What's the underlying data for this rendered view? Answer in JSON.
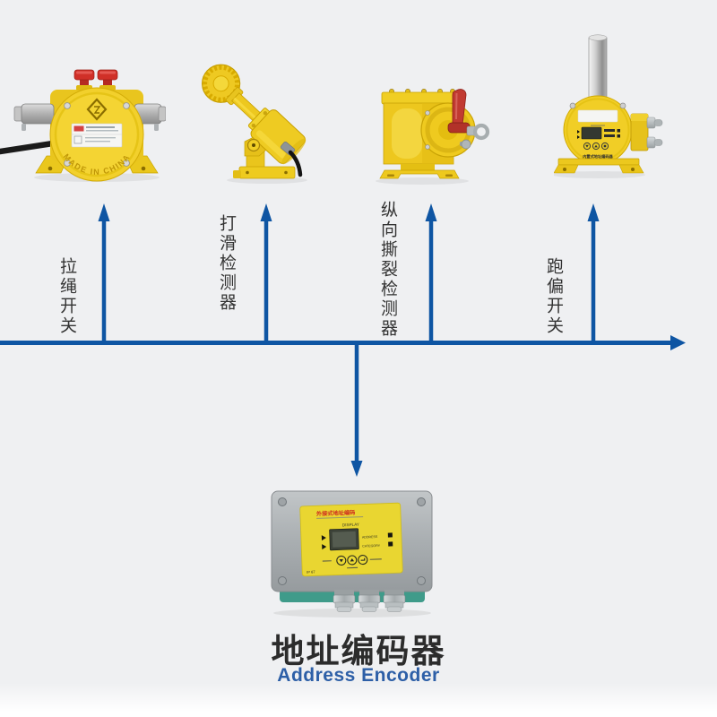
{
  "page": {
    "background": "#eff0f2"
  },
  "colors": {
    "connector_blue": "#0e55a3",
    "label_text": "#333333",
    "title_text": "#2c2c2c",
    "subtitle_blue": "#2d5fa7",
    "device_yellow": "#f2d02c",
    "device_yellow_dark": "#d4ad08",
    "alarm_red": "#d03028",
    "metal_gray": "#b9bcbe",
    "encoder_box_gray": "#aaaeb1",
    "encoder_panel_yellow": "#e9d631",
    "pcb_teal": "#3f9b8a",
    "cable_black": "#1a1a1a"
  },
  "devices": [
    {
      "id": "pull-rope-switch",
      "label": "拉绳开关",
      "embossed_text": "MADE IN CHINA"
    },
    {
      "id": "slip-detector",
      "label": "打滑检测器"
    },
    {
      "id": "tear-detector",
      "label": "纵向撕裂检测器"
    },
    {
      "id": "misalignment-switch",
      "label": "跑偏开关",
      "panel_line1": "内置式地址编码器",
      "panel_line2": "Built-in Address Encoder"
    }
  ],
  "encoder": {
    "title": "地址编码器",
    "subtitle": "Address Encoder",
    "panel": {
      "header": "外接式地址编码",
      "display_label": "DISPLAY",
      "address_label": "ADDRESS",
      "category_label": "CATEGORY",
      "ip_rating": "IP 67"
    }
  }
}
